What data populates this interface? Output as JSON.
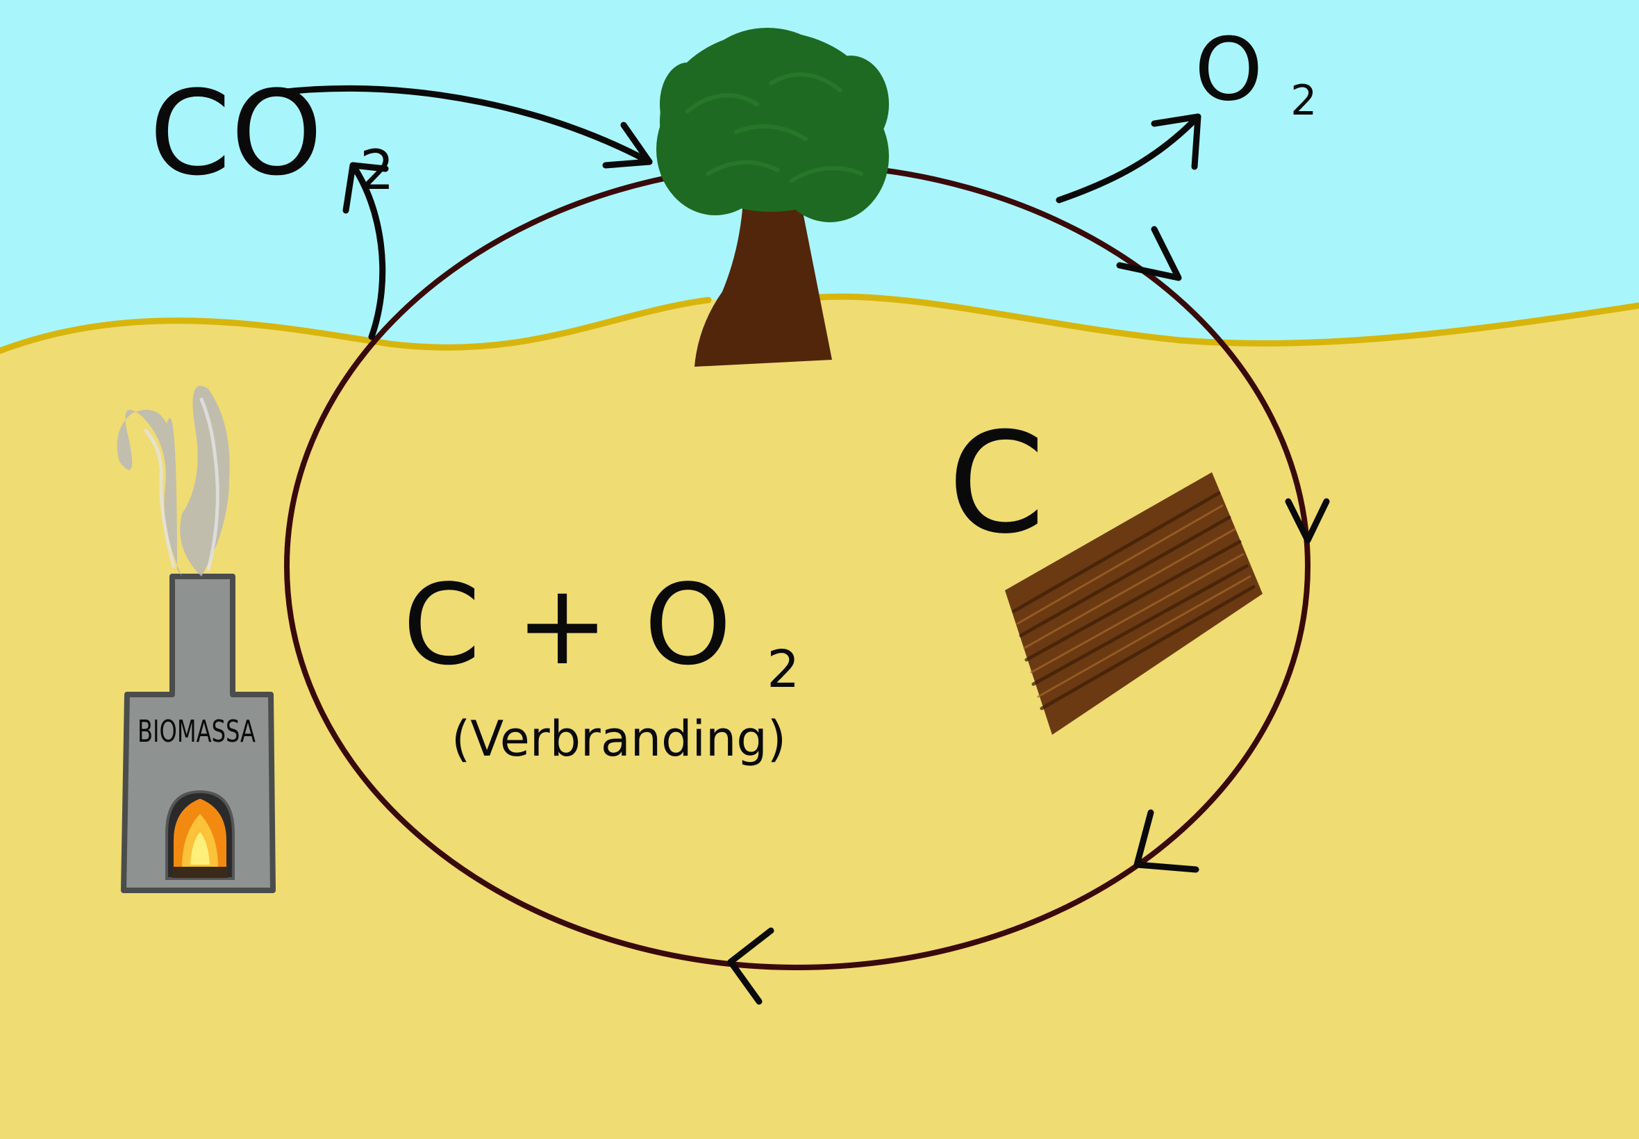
{
  "diagram": {
    "labels": {
      "co2_left": {
        "main": "CO",
        "sub": "2"
      },
      "o2_right": {
        "main": "O",
        "sub": "2"
      },
      "carbon": "C",
      "reaction": {
        "main": "C + O",
        "sub": "2"
      },
      "reaction_note": "(Verbranding)",
      "factory_sign": "BIOMASSA"
    },
    "colors": {
      "sky": "#a8f6fb",
      "ground": "#efdc73",
      "horizon_line": "#d8b50c",
      "cycle_line": "#3a0a0a",
      "arrow_ink": "#0a0a0a",
      "tree_crown": "#1f6a22",
      "tree_trunk": "#52260a",
      "wood": "#6b3a12",
      "factory": "#8e9392",
      "fire": "#f28a12",
      "smoke": "#b8b8b8"
    },
    "icons": [
      "tree-icon",
      "wood-pile-icon",
      "factory-icon",
      "fire-icon",
      "smoke-icon"
    ]
  }
}
